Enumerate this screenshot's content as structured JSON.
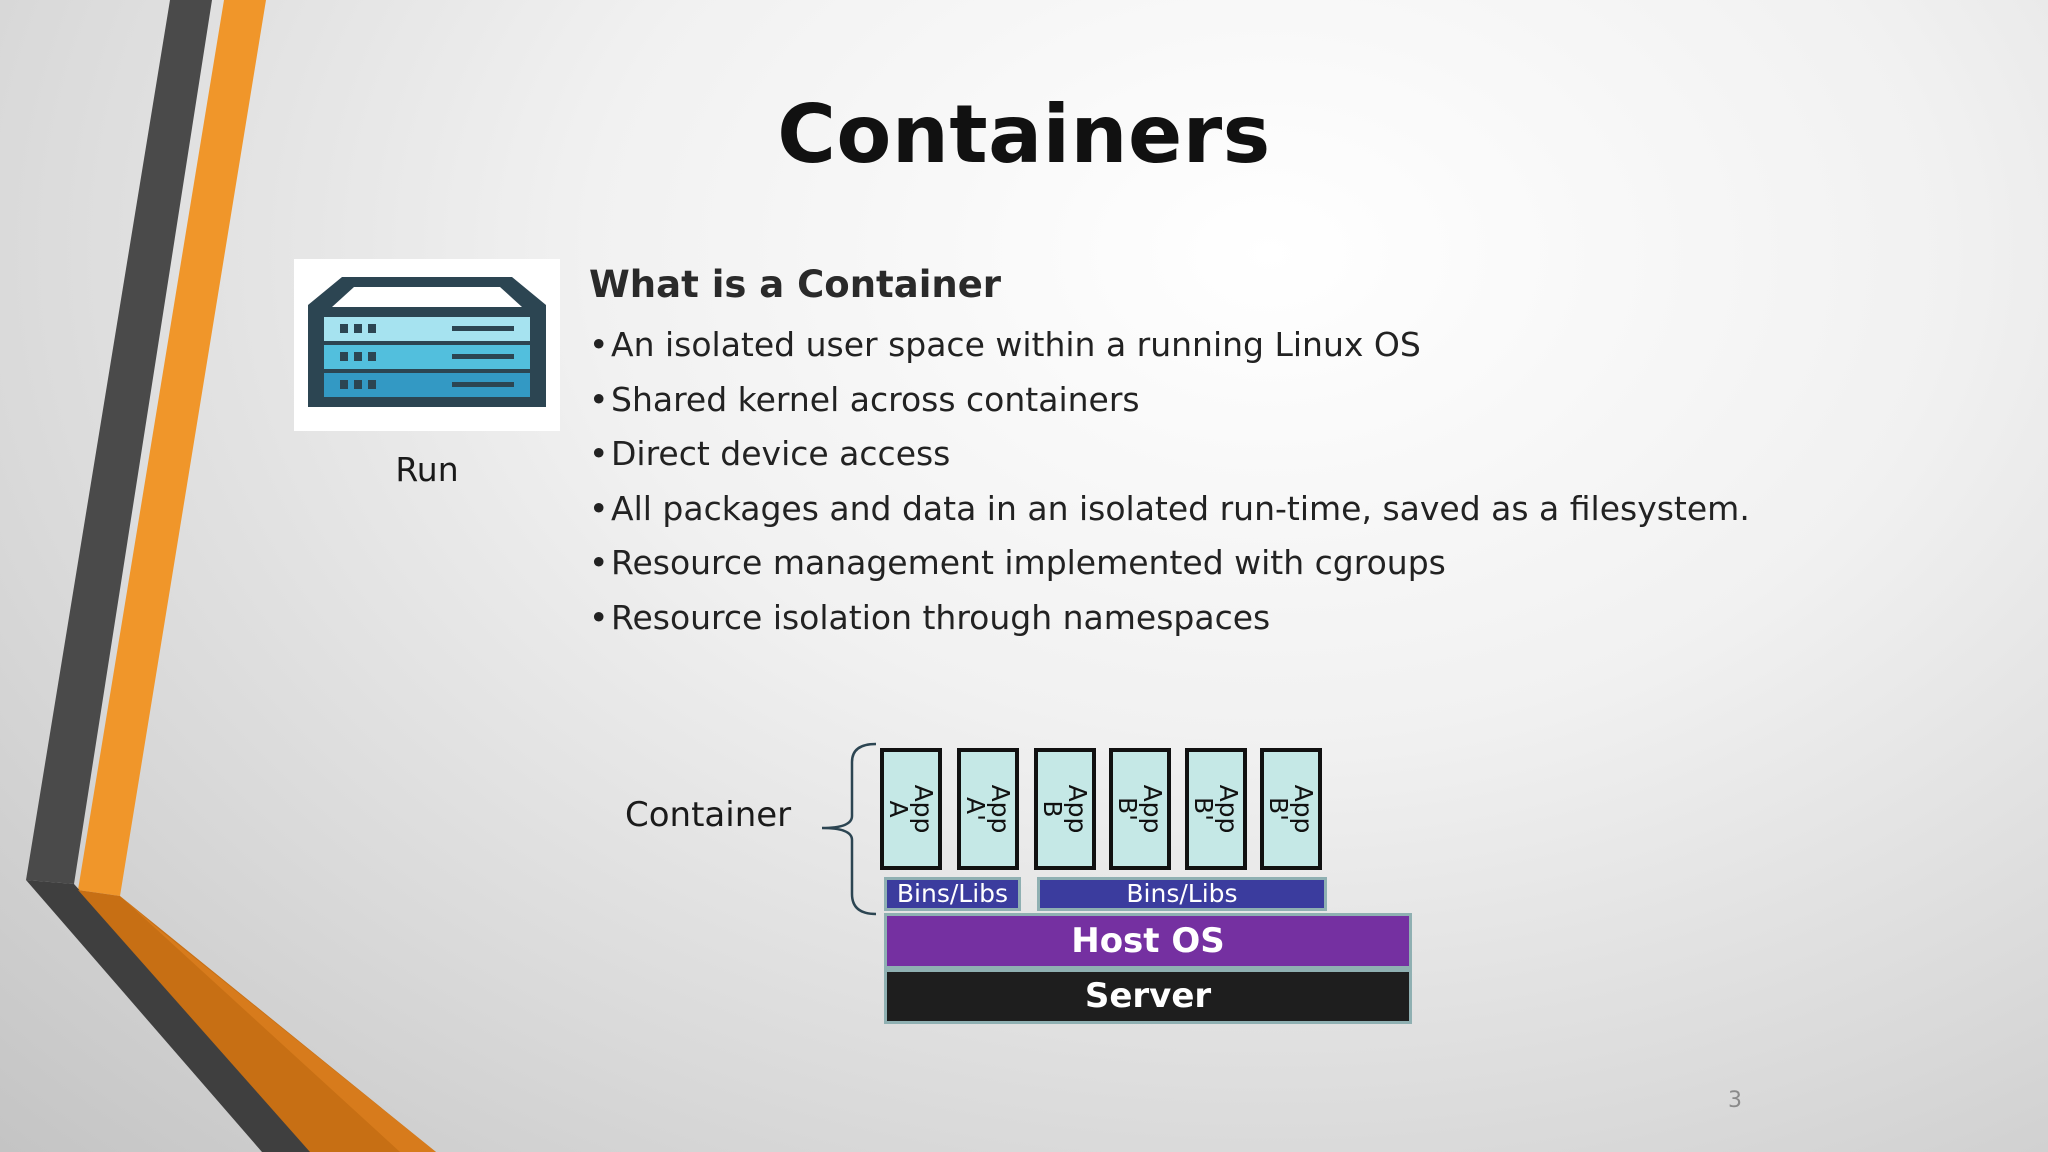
{
  "slide": {
    "title": "Containers",
    "icon_caption": "Run",
    "heading": "What is a Container",
    "bullets": [
      "An isolated user space within a running Linux OS",
      "Shared kernel across containers",
      "Direct device access",
      "All packages and data in an isolated run-time, saved as a filesystem.",
      "Resource management implemented with cgroups",
      "Resource isolation through namespaces"
    ],
    "page_number": "3"
  },
  "diagram": {
    "container_label": "Container",
    "apps": [
      {
        "line1": "App",
        "line2": "A"
      },
      {
        "line1": "App",
        "line2": "A'"
      },
      {
        "line1": "App",
        "line2": "B"
      },
      {
        "line1": "App",
        "line2": "B'"
      },
      {
        "line1": "App",
        "line2": "B'"
      },
      {
        "line1": "App",
        "line2": "B'"
      }
    ],
    "libs": [
      "Bins/Libs",
      "Bins/Libs"
    ],
    "host_os": "Host OS",
    "server": "Server"
  },
  "colors": {
    "orange_stripe": "#f0962a",
    "dark_stripe": "#4a4a4a",
    "app_fill": "#c5e8e6",
    "libs_fill": "#3b3c9e",
    "host_os_fill": "#7530a1",
    "server_fill": "#1e1e1e",
    "icon_teal": "#33aacb",
    "icon_dark": "#2c4552"
  }
}
